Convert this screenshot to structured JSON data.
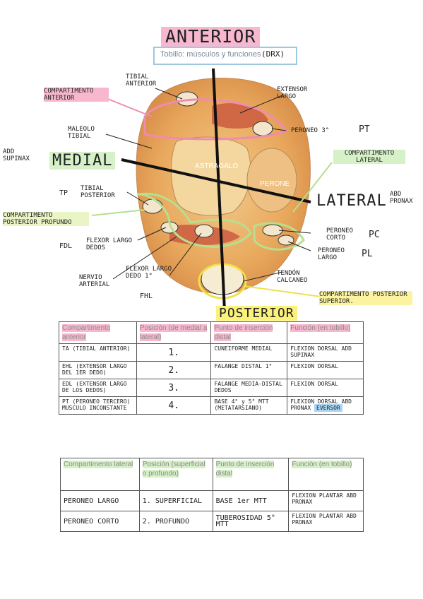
{
  "header": {
    "title": "ANTERIOR",
    "subtitle": "Tobillo: músculos y funciones",
    "subtitle_code": "(DRX)"
  },
  "figure": {
    "labels": {
      "tibial_anterior": "TIBIAL ANTERIOR",
      "compartimento_anterior": "COMPARTIMENTO ANTERIOR",
      "extensor_largo": "EXTENSOR LARGO",
      "peroneo_3": "PERONEO 3°",
      "pt": "PT",
      "maleolo_tibial": "MALEOLO TIBIAL",
      "add_supinax": "ADD SUPINAX",
      "medial": "MEDIAL",
      "astragalo": "ASTRAGALO",
      "perone": "PERONE",
      "compartimento_lateral": "COMPARTIMENTO LATERAL",
      "tp": "TP",
      "tibial_posterior": "TIBIAL POSTERIOR",
      "lateral": "LATERAL",
      "abd_pronax": "ABD PRONAX",
      "compartimento_posterior_profundo": "COMPARTIMENTO POSTERIOR PROFUNDO",
      "fdl": "FDL",
      "flexor_largo_dedos": "FLEXOR LARGO DEDOS",
      "peroneo_corto": "PERONEO CORTO",
      "pc": "PC",
      "peroneo_largo": "PERONEO LARGO",
      "pl": "PL",
      "nervio_arterial": "NERVIO ARTERIAL",
      "flexor_largo_dedo_1": "FLEXOR LARGO DEDO 1°",
      "fhl": "FHL",
      "tendon_calcaneo": "TENDÓN CALCANEO",
      "compartimento_posterior_superior": "COMPARTIMENTO POSTERIOR SUPERIOR.",
      "posterior": "POSTERIOR"
    }
  },
  "table1": {
    "headers": [
      "Compartimento anterior",
      "Posición (de medial a lateral)",
      "Punto de inserción distal",
      "Función (en tobillo)"
    ],
    "rows": [
      {
        "muscle": "TA (TIBIAL ANTERIOR)",
        "pos": "1.",
        "insert": "CUNEIFORME MEDIAL",
        "func": "FLEXION DORSAL ADD SUPINAX",
        "badge": ""
      },
      {
        "muscle": "EHL (EXTENSOR LARGO DEL 1ER DEDO)",
        "pos": "2.",
        "insert": "FALANGE DISTAL 1°",
        "func": "FLEXION DORSAL",
        "badge": ""
      },
      {
        "muscle": "EDL (EXTENSOR LARGO DE LOS DEDOS)",
        "pos": "3.",
        "insert": "FALANGE MEDIA-DISTAL DEDOS",
        "func": "FLEXION DORSAL",
        "badge": ""
      },
      {
        "muscle": "PT (PERONEO TERCERO) MUSCULO INCONSTANTE",
        "pos": "4.",
        "insert": "BASE 4° y 5° MTT (METATARSIANO)",
        "func": "FLEXION DORSAL ABD PRONAX",
        "badge": "EVERSOR"
      }
    ]
  },
  "table2": {
    "headers": [
      "Compartimento lateral",
      "Posición (superficial o profundo)",
      "Punto de inserción distal",
      "Función (en tobillo)"
    ],
    "rows": [
      {
        "muscle": "PERONEO LARGO",
        "pos": "1. SUPERFICIAL",
        "insert": "BASE 1er MTT",
        "func": "FLEXION PLANTAR ABD PRONAX"
      },
      {
        "muscle": "PERONEO CORTO",
        "pos": "2. PROFUNDO",
        "insert": "TUBEROSIDAD 5° MTT",
        "func": "FLEXION PLANTAR ABD PRONAX"
      }
    ]
  },
  "colors": {
    "pink": "#f7b8cf",
    "green": "#d6f0c8",
    "yellow": "#fbf27a",
    "blue": "#a9d6f5"
  }
}
